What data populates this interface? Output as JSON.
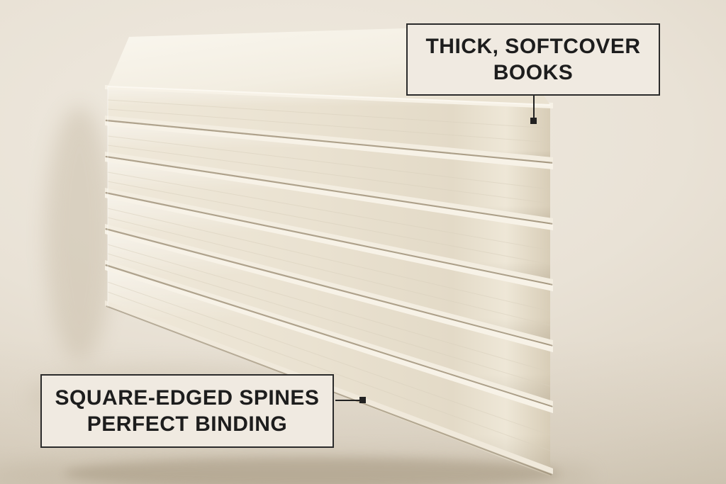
{
  "callouts": {
    "top": {
      "line1": "THICK, SOFTCOVER",
      "line2": "BOOKS"
    },
    "bottom": {
      "line1": "SQUARE-EDGED SPINES",
      "line2": "PERFECT BINDING"
    }
  },
  "scene": {
    "book_count": 6
  },
  "colors": {
    "background": "#e9e2d6",
    "book_cream": "#eae2d1",
    "callout_border": "#2b2b2b",
    "callout_bg": "#f0eae1",
    "callout_text": "#1d1d1d",
    "pointer": "#222222"
  }
}
